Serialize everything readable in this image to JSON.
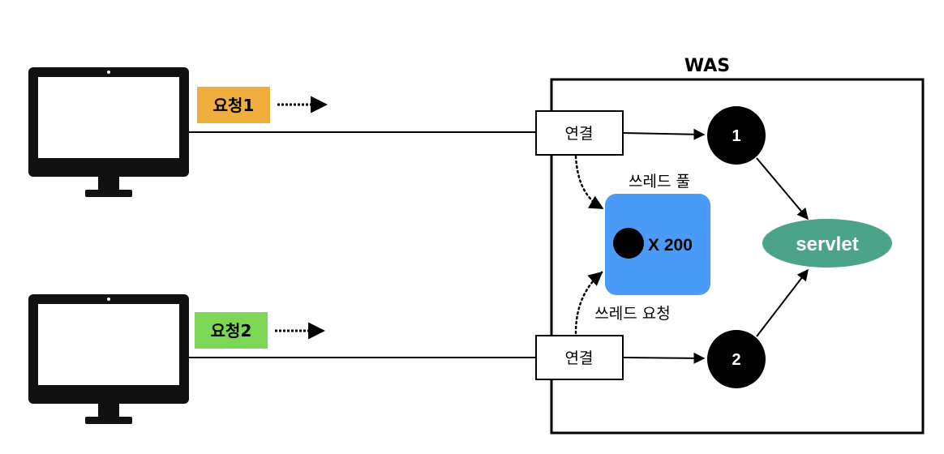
{
  "was": {
    "title": "WAS"
  },
  "clients": [
    {
      "request_label": "요청1",
      "request_color": "#F0AE3C"
    },
    {
      "request_label": "요청2",
      "request_color": "#7DD756"
    }
  ],
  "connections": [
    {
      "label": "연결",
      "thread_number": "1"
    },
    {
      "label": "연결",
      "thread_number": "2"
    }
  ],
  "thread_pool": {
    "title": "쓰레드 풀",
    "count_label": "X 200",
    "color": "#4A9BF7"
  },
  "thread_request_label": "쓰레드 요청",
  "servlet": {
    "label": "servlet",
    "color": "#4BA48A"
  }
}
